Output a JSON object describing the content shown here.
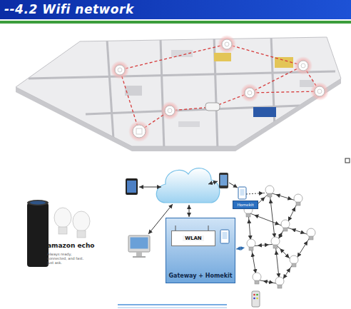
{
  "diagram": {
    "title": "--4.2 Wifi network",
    "nodes": [
      {
        "text": [
          "Gateway + Homekit"
        ]
      },
      {
        "text": [
          "WLAN"
        ],
        "in": 0
      },
      {
        "text": [
          "Homekit"
        ]
      }
    ],
    "labels": [
      "amazon echo",
      "Always ready, connected, and fast. Just ask."
    ]
  }
}
